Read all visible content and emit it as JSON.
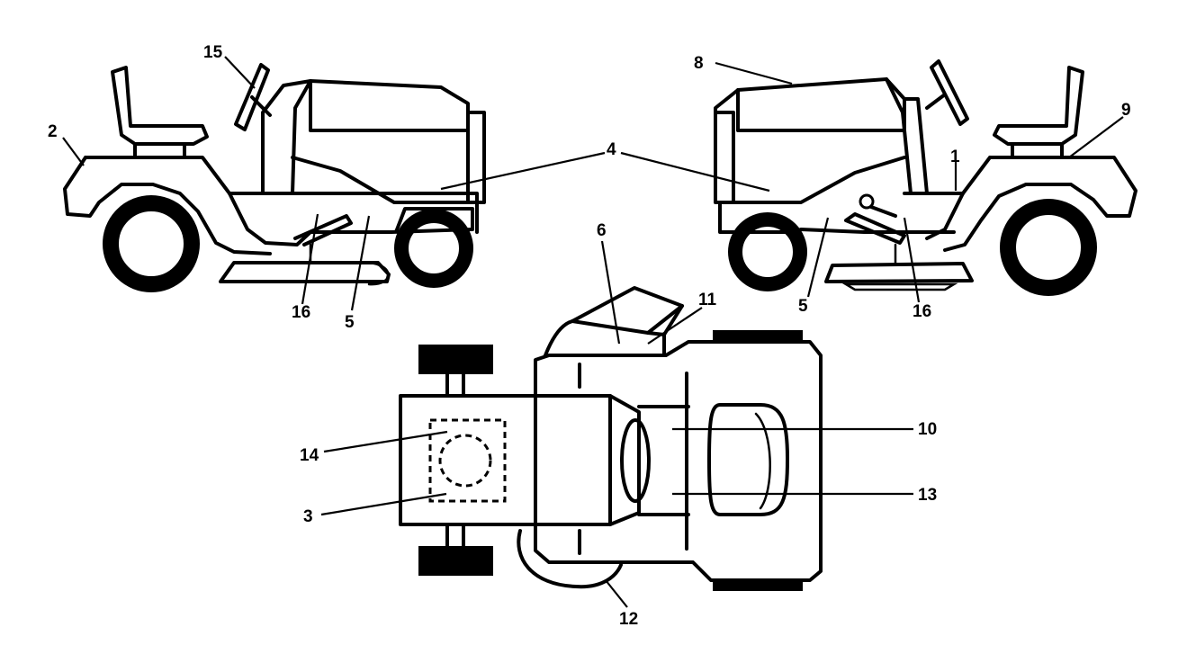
{
  "callouts": {
    "c1": "1",
    "c2": "2",
    "c3": "3",
    "c4": "4",
    "c5_left": "5",
    "c5_right": "5",
    "c6": "6",
    "c8": "8",
    "c9": "9",
    "c10": "10",
    "c11": "11",
    "c12": "12",
    "c13": "13",
    "c14": "14",
    "c15": "15",
    "c16_left": "16",
    "c16_right": "16"
  },
  "colors": {
    "ink": "#000000",
    "paper": "#ffffff"
  }
}
